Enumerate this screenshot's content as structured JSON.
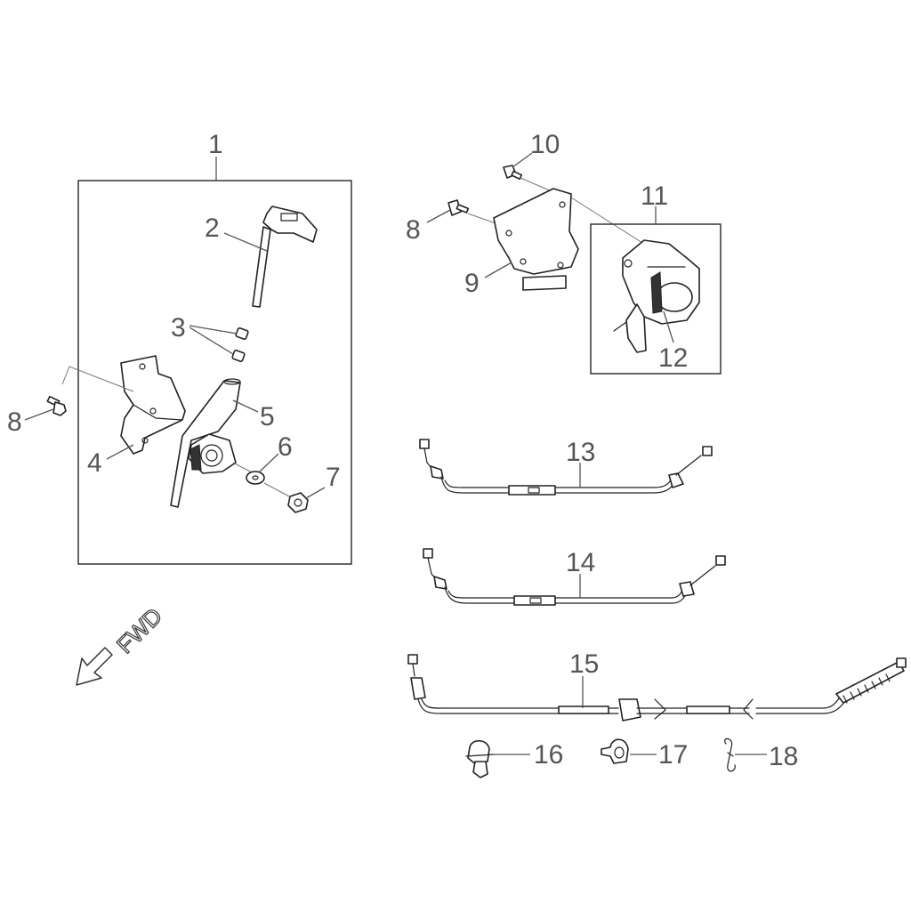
{
  "labels": {
    "n1": "1",
    "n2": "2",
    "n3": "3",
    "n4": "4",
    "n5": "5",
    "n6": "6",
    "n7": "7",
    "n8a": "8",
    "n8b": "8",
    "n9": "9",
    "n10": "10",
    "n11": "11",
    "n12": "12",
    "n13": "13",
    "n14": "14",
    "n15": "15",
    "n16": "16",
    "n17": "17",
    "n18": "18"
  },
  "fwd_label": "FWD",
  "colors": {
    "line": "#222222",
    "label": "#555555",
    "background": "#ffffff"
  }
}
